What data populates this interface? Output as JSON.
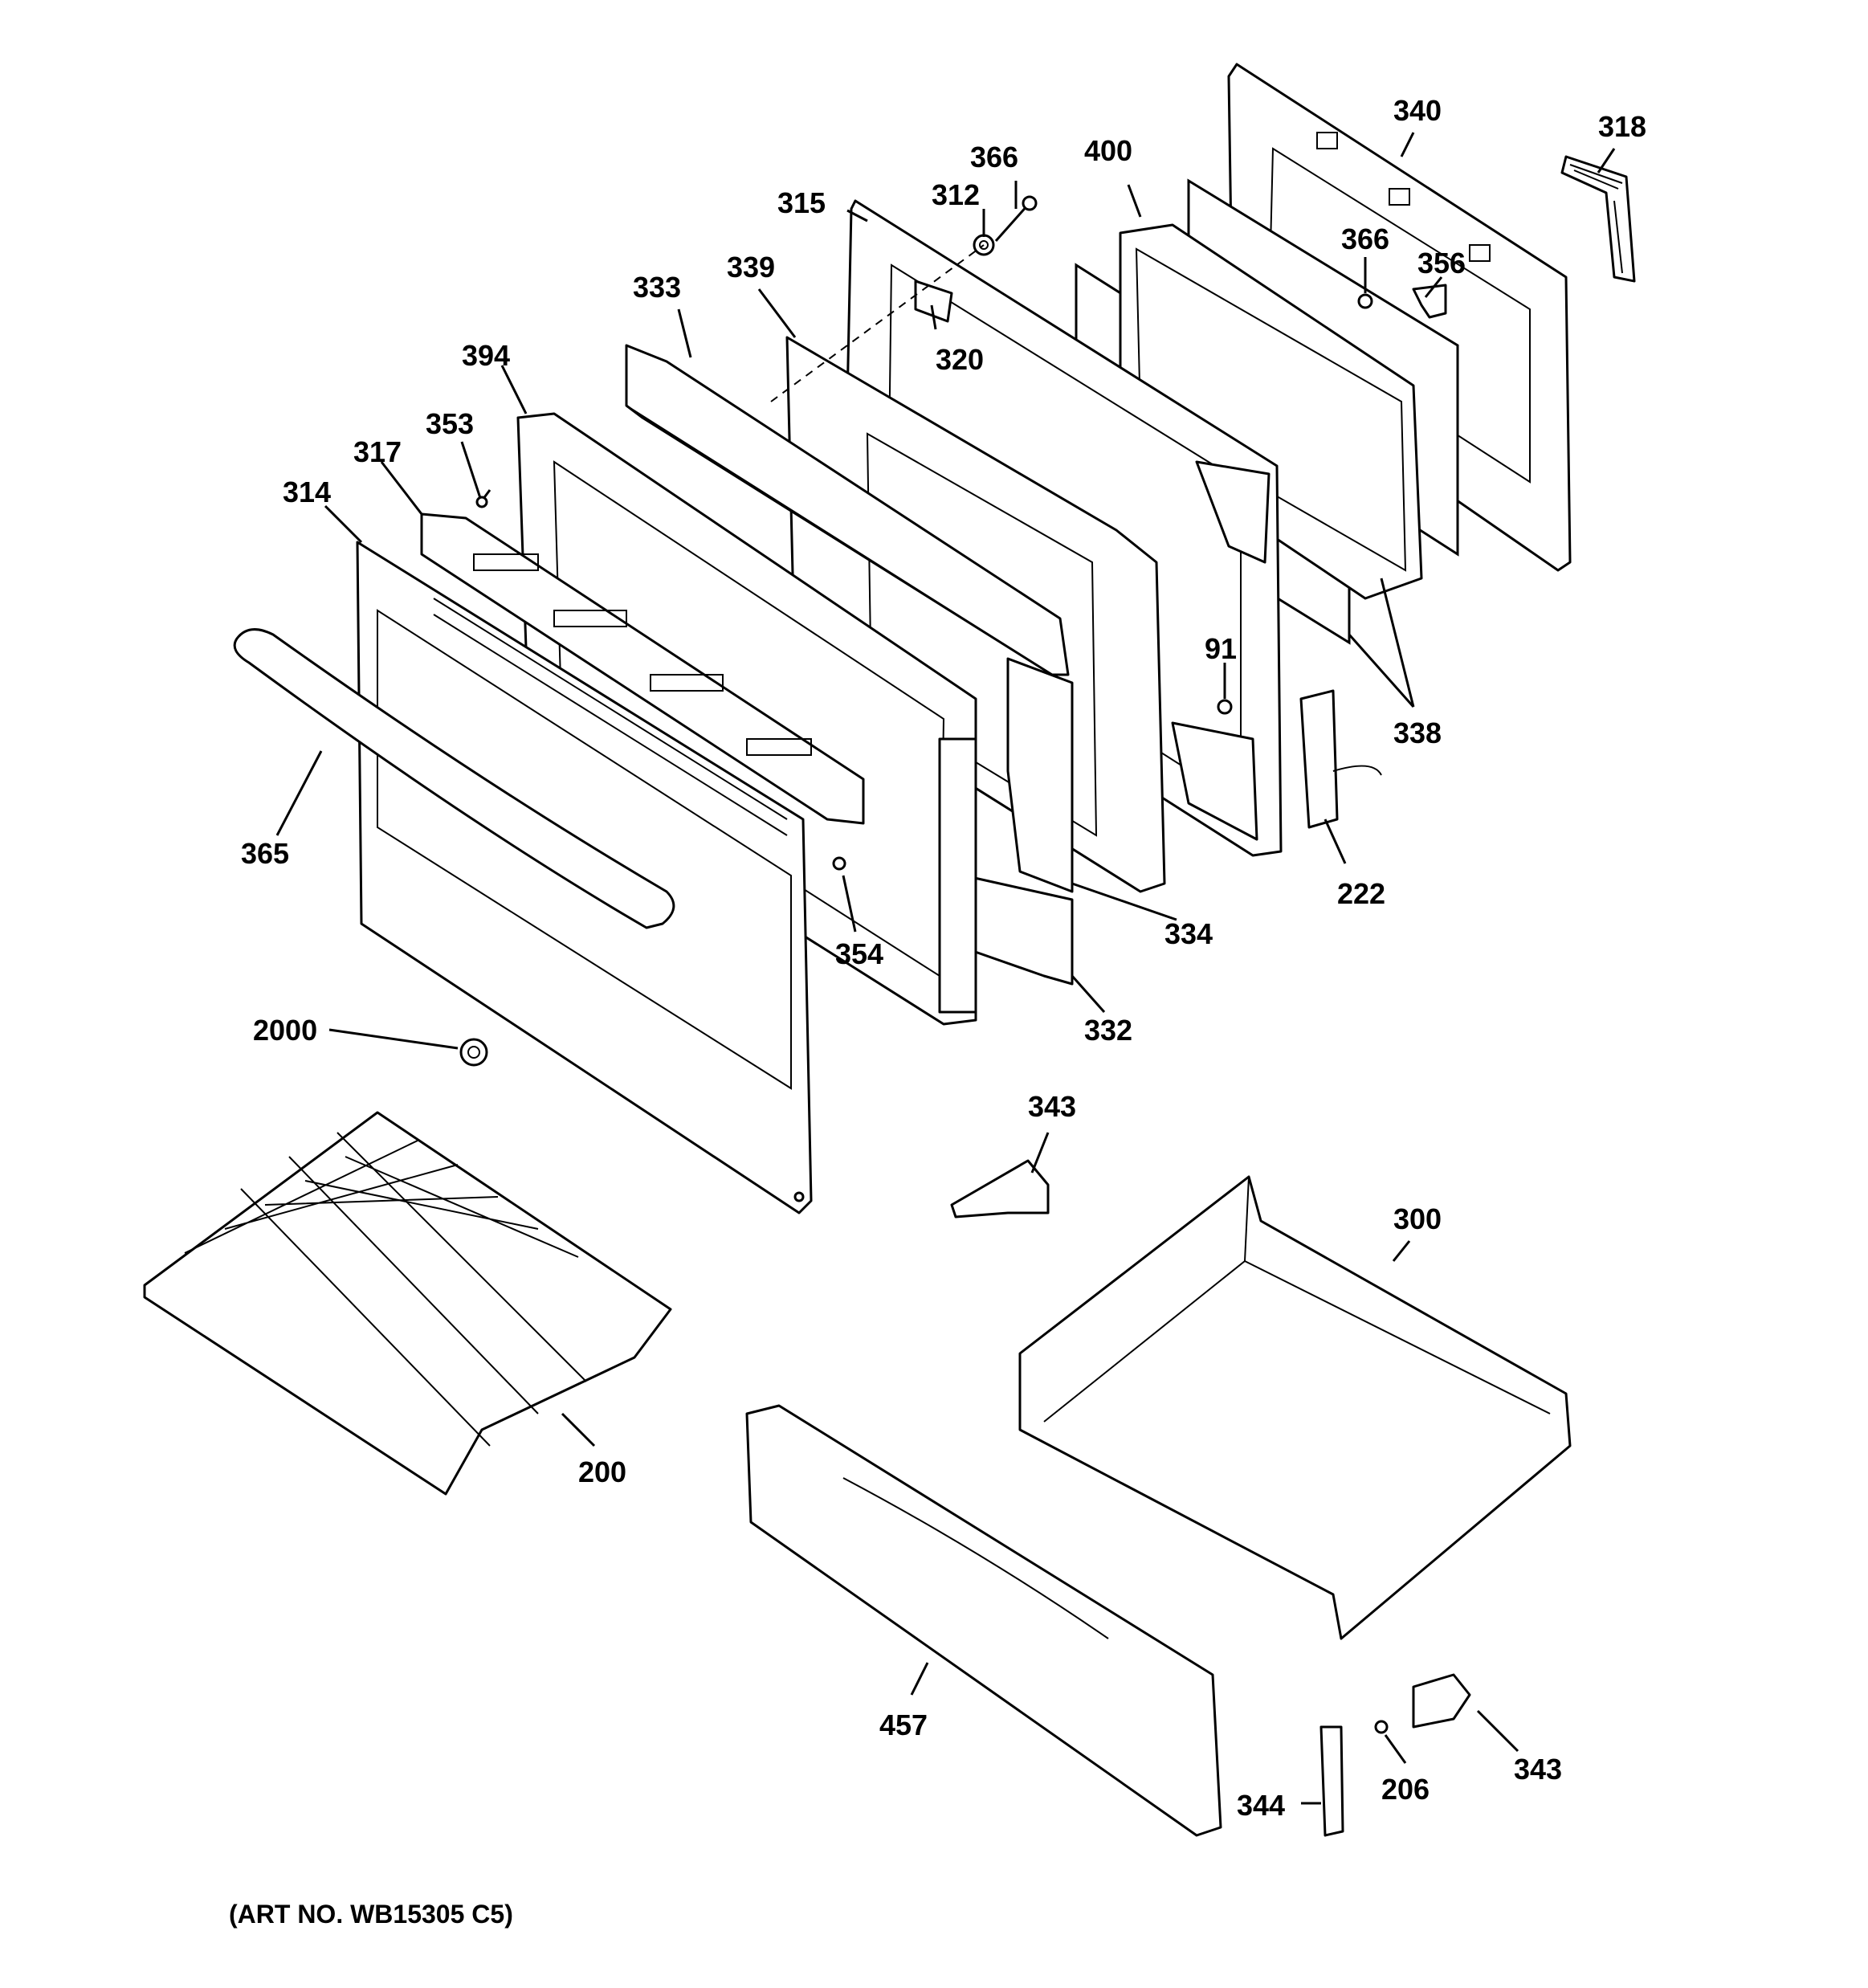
{
  "diagram": {
    "art_number": "(ART NO. WB15305 C5)",
    "callouts": {
      "c340": "340",
      "c318": "318",
      "c366a": "366",
      "c400": "400",
      "c312": "312",
      "c315": "315",
      "c366b": "366",
      "c356": "356",
      "c339": "339",
      "c333": "333",
      "c320": "320",
      "c394": "394",
      "c353": "353",
      "c317": "317",
      "c314": "314",
      "c91": "91",
      "c338": "338",
      "c365": "365",
      "c222": "222",
      "c334": "334",
      "c354": "354",
      "c332": "332",
      "c2000": "2000",
      "c343a": "343",
      "c300": "300",
      "c200": "200",
      "c457": "457",
      "c343b": "343",
      "c206": "206",
      "c344": "344"
    }
  }
}
